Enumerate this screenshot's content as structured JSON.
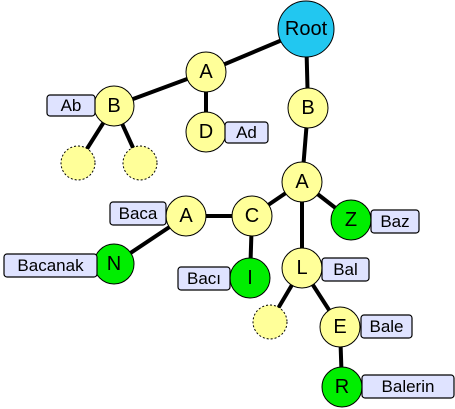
{
  "nodes": {
    "root": "Root",
    "a1": "A",
    "b1": "B",
    "d": "D",
    "b2": "B",
    "a2": "A",
    "z": "Z",
    "c": "C",
    "a3": "A",
    "n": "N",
    "i": "I",
    "l": "L",
    "e": "E",
    "r": "R"
  },
  "labels": {
    "ab": "Ab",
    "ad": "Ad",
    "baz": "Baz",
    "baca": "Baca",
    "bacanak": "Bacanak",
    "baci": "Bacı",
    "bal": "Bal",
    "bale": "Bale",
    "balerin": "Balerin"
  },
  "colors": {
    "root": "#22c7f0",
    "internal": "#ffff99",
    "word_end": "#00ee00",
    "label_box": "#dfe3ff"
  }
}
